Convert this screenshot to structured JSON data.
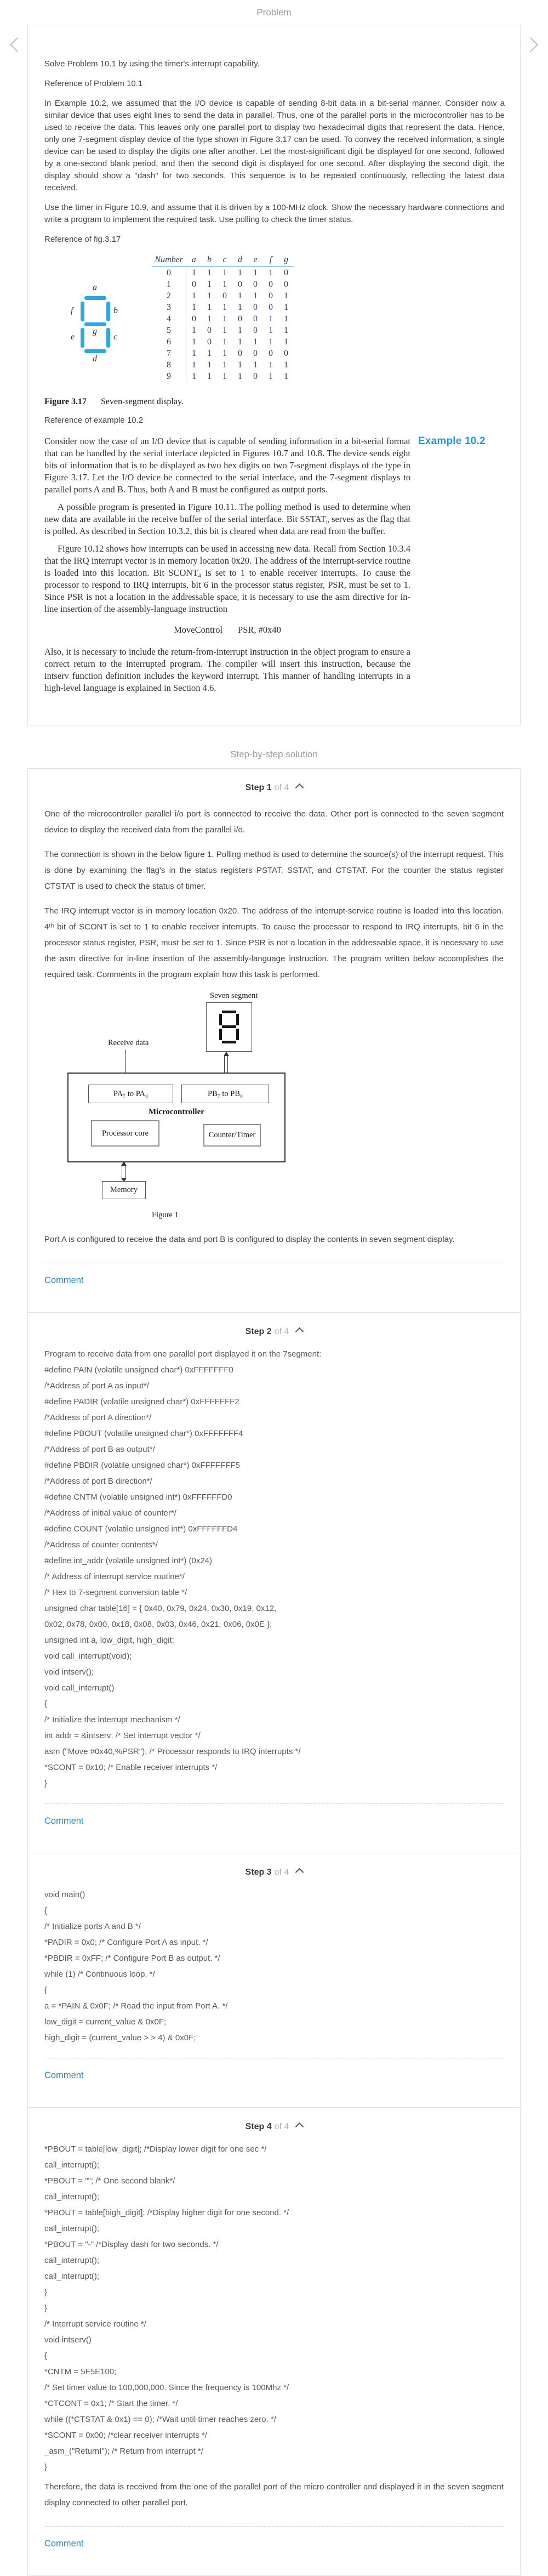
{
  "header": {
    "problem_title": "Problem",
    "solution_title": "Step-by-step solution"
  },
  "common": {
    "comment_label": "Comment"
  },
  "problem": {
    "intro": "Solve Problem 10.1 by using the timer's interrupt capability.",
    "reference_label": "Reference of Problem 10.1",
    "body": "In Example 10.2, we assumed that the I/O device is capable of sending 8-bit data in a bit-serial manner. Consider now a similar device that uses eight lines to send the data in parallel. Thus, one of the parallel ports in the microcontroller has to be used to receive the data. This leaves only one parallel port to display two hexadecimal digits that represent the data. Hence, only one 7-segment display device of the type shown in Figure 3.17 can be used. To convey the received information, a single device can be used to display the digits one after another. Let the most-significant digit be displayed for one second, followed by a one-second blank period, and then the second digit is displayed for one second. After displaying the second digit, the display should show a \"dash\" for two seconds. This sequence is to be repeated continuously, reflecting the latest data received.",
    "timer_note": "Use the timer in Figure 10.9, and assume that it is driven by a 100-MHz clock. Show the necessary hardware connections and write a program to implement the required task. Use polling to check the timer status.",
    "fig_ref_label": "Reference of fig.3.17"
  },
  "figure_317": {
    "caption_label": "Figure 3.17",
    "caption_text": "Seven-segment display.",
    "segments": {
      "a": "a",
      "b": "b",
      "c": "c",
      "d": "d",
      "e": "e",
      "f": "f",
      "g": "g"
    },
    "table": {
      "headers": [
        "Number",
        "a",
        "b",
        "c",
        "d",
        "e",
        "f",
        "g"
      ],
      "rows": [
        [
          "0",
          "1",
          "1",
          "1",
          "1",
          "1",
          "1",
          "0"
        ],
        [
          "1",
          "0",
          "1",
          "1",
          "0",
          "0",
          "0",
          "0"
        ],
        [
          "2",
          "1",
          "1",
          "0",
          "1",
          "1",
          "0",
          "1"
        ],
        [
          "3",
          "1",
          "1",
          "1",
          "1",
          "0",
          "0",
          "1"
        ],
        [
          "4",
          "0",
          "1",
          "1",
          "0",
          "0",
          "1",
          "1"
        ],
        [
          "5",
          "1",
          "0",
          "1",
          "1",
          "0",
          "1",
          "1"
        ],
        [
          "6",
          "1",
          "0",
          "1",
          "1",
          "1",
          "1",
          "1"
        ],
        [
          "7",
          "1",
          "1",
          "1",
          "0",
          "0",
          "0",
          "0"
        ],
        [
          "8",
          "1",
          "1",
          "1",
          "1",
          "1",
          "1",
          "1"
        ],
        [
          "9",
          "1",
          "1",
          "1",
          "1",
          "0",
          "1",
          "1"
        ]
      ]
    }
  },
  "example_102": {
    "reference_label": "Reference of example 10.2",
    "badge": "Example 10.2",
    "para1": "Consider now the case of an I/O device that is capable of sending information in a bit-serial format that can be handled by the serial interface depicted in Figures 10.7 and 10.8.  The device sends eight bits of information that is to be displayed as two hex digits on two 7-segment displays of the type in Figure 3.17.  Let the I/O device be connected to the serial interface, and the 7-segment displays to parallel ports A and B. Thus, both A and B must be configured as output ports.",
    "para2": "A possible program is presented in Figure 10.11.  The polling method is used to determine when new data are available in the receive buffer of the serial interface.  Bit SSTAT₀ serves as the flag that is polled.  As described in Section 10.3.2, this bit is cleared when data are read from the buffer.",
    "para3": "Figure 10.12 shows how interrupts can be used in accessing new data.  Recall from Section 10.3.4 that the IRQ interrupt vector is in memory location 0x20.  The address of the interrupt-service routine is loaded into this location.  Bit SCONT₄ is set to 1 to enable receiver interrupts.  To cause the processor to respond to IRQ interrupts, bit 6 in the processor status register, PSR, must be set to 1.  Since PSR is not a location in the addressable space, it is necessary to use the asm directive for in-line insertion of the assembly-language instruction",
    "instruction_op": "MoveControl",
    "instruction_args": "PSR, #0x40",
    "para4": "Also, it is necessary to include the return-from-interrupt instruction in the object program to ensure a correct return to the interrupted program.  The compiler will insert this instruction, because the intserv function definition includes the keyword interrupt.  This manner of handling interrupts in a high-level language is explained in Section 4.6."
  },
  "steps": {
    "step1": {
      "label": "Step 1",
      "of": "of 4",
      "p1": "One of the microcontroller parallel i/o port is connected to receive the data. Other port is connected to the seven segment device to display the received data from the parallel i/o.",
      "p2": "The connection is shown in the below figure 1. Polling method is used to determine the source(s) of the interrupt request. This is done by examining the flag's in the status registers PSTAT, SSTAT, and CTSTAT. For the counter the status register CTSTAT is used to check the status of timer.",
      "p3": "The IRQ interrupt vector is in memory location 0x20. The address of the interrupt-service routine is loaded into this location. 4ᵗʰ bit of SCONT is set to 1 to enable receiver interrupts. To cause the processor to respond to IRQ interrupts, bit 6 in the processor status register, PSR, must be set to 1. Since PSR is not a location in the addressable space, it is necessary to use the asm directive for in-line insertion of the assembly-language instruction. The program written below accomplishes the required task. Comments in the program explain how this task is performed.",
      "figure": {
        "seven_segment_label": "Seven segment",
        "receive_data_label": "Receive data",
        "pa_label": "PA₇  to  PA₀",
        "pb_label": "PB₇  to  PB₀",
        "microcontroller_label": "Microcontroller",
        "processor_core_label": "Processor core",
        "counter_timer_label": "Counter/Timer",
        "memory_label": "Memory",
        "caption": "Figure 1"
      },
      "p4": "Port A is configured to receive the data and port B is configured to display the contents in seven segment display."
    },
    "step2": {
      "label": "Step 2",
      "of": "of 4",
      "lines": [
        "Program to receive data from one parallel port displayed it on the 7segment:",
        "#define PAIN (volatile unsigned char*) 0xFFFFFFF0",
        "/*Address of port A as input*/",
        "#define PADIR (volatile unsigned char*) 0xFFFFFFF2",
        "/*Address of port A direction*/",
        "#define PBOUT (volatile unsigned char*) 0xFFFFFFF4",
        "/*Address of port B as output*/",
        "#define PBDIR (volatile unsigned char*) 0xFFFFFFF5",
        "/*Address of port B direction*/",
        "#define CNTM (volatile unsigned int*) 0xFFFFFFD0",
        "/*Address of initial value of counter*/",
        "#define COUNT (volatile unsigned int*) 0xFFFFFFD4",
        "/*Address of counter contents*/",
        "#define int_addr (volatile unsigned int*) (0x24)",
        "/* Address of interrupt service routine*/",
        "/* Hex to 7-segment conversion table */",
        "unsigned char table[16] = { 0x40, 0x79, 0x24, 0x30, 0x19, 0x12,",
        "0x02, 0x78, 0x00, 0x18, 0x08, 0x03, 0x46, 0x21, 0x06, 0x0E };",
        "unsigned int a, low_digit, high_digit;",
        "void call_interrupt(void);",
        "void intserv();",
        "void call_interrupt()",
        "{",
        "/* Initialize the interrupt mechanism */",
        "int addr = &intserv; /* Set interrupt vector */",
        "asm (\"Move #0x40,%PSR\"); /* Processor responds to IRQ interrupts */",
        "*SCONT = 0x10; /* Enable receiver interrupts */",
        "}"
      ]
    },
    "step3": {
      "label": "Step 3",
      "of": "of 4",
      "lines": [
        "void main()",
        "{",
        "/* Initialize ports A and B */",
        "*PADIR = 0x0; /* Configure Port A as input. */",
        "*PBDIR = 0xFF; /* Configure Port B as output. */",
        "while (1) /* Continuous loop. */",
        "{",
        "a = *PAIN & 0x0F; /* Read the input from Port A. */",
        "low_digit = current_value & 0x0F;",
        "high_digit = (current_value > > 4) & 0x0F;"
      ]
    },
    "step4": {
      "label": "Step 4",
      "of": "of 4",
      "lines": [
        "*PBOUT = table[low_digit]; /*Display lower digit for one sec */",
        "call_interrupt();",
        "*PBOUT = \"\"; /* One second blank*/",
        "call_interrupt();",
        "*PBOUT = table[high_digit]; /*Display higher digit for one second. */",
        "call_interrupt();",
        "*PBOUT = \"-\" /*Display dash for two seconds. */",
        "call_interrupt();",
        "call_interrupt();",
        "}",
        "}",
        "/* Interrupt service routine */",
        "void intserv()",
        "{",
        "*CNTM = 5F5E100;",
        "/* Set timer value to 100,000,000. Since the frequency is 100Mhz */",
        "*CTCONT = 0x1; /* Start the timer. */",
        "while ((*CTSTAT & 0x1) == 0); /*Wait until timer reaches zero. */",
        "*SCONT = 0x00; /*clear receiver interrupts */",
        "_asm_(\"ReturnI\"); /* Return from interrupt */",
        "}"
      ],
      "closing": "Therefore, the data is received from the one of the parallel port of the micro controller and displayed it in the seven segment display connected to other parallel port."
    }
  }
}
